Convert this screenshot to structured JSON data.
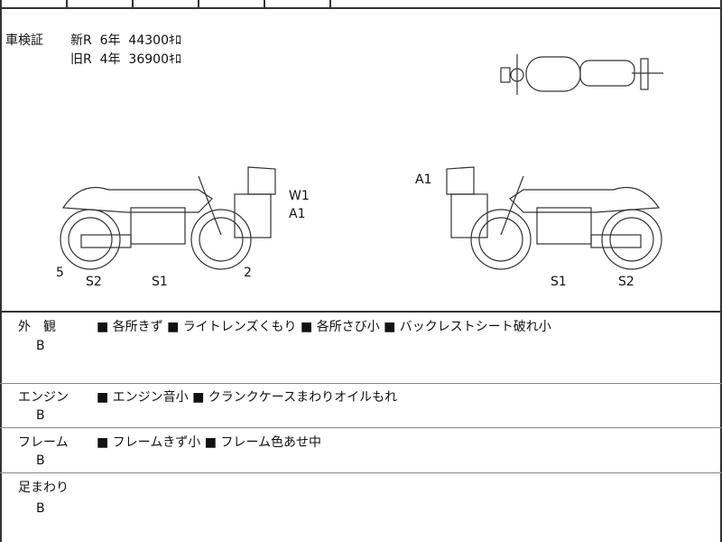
{
  "inspection": {
    "label": "車検証",
    "new_line": "新R  6年  44300ｷﾛ",
    "old_line": "旧R  4年  36900ｷﾛ"
  },
  "diagram": {
    "left_labels": {
      "w1": "W1",
      "a1": "A1",
      "s1": "S1",
      "s2": "S2",
      "five": "5",
      "two": "2"
    },
    "right_labels": {
      "a1": "A1",
      "s1": "S1",
      "s2": "S2"
    }
  },
  "sections": [
    {
      "title": "外　観",
      "grade": "B",
      "notes": "■ 各所きず ■ ライトレンズくもり ■ 各所さび小 ■ バックレストシート破れ小"
    },
    {
      "title": "エンジン",
      "grade": "B",
      "notes": "■ エンジン音小 ■ クランクケースまわりオイルもれ"
    },
    {
      "title": "フレーム",
      "grade": "B",
      "notes": "■ フレームきず小 ■ フレーム色あせ中"
    },
    {
      "title": "足まわり",
      "grade": "B",
      "notes": ""
    }
  ]
}
